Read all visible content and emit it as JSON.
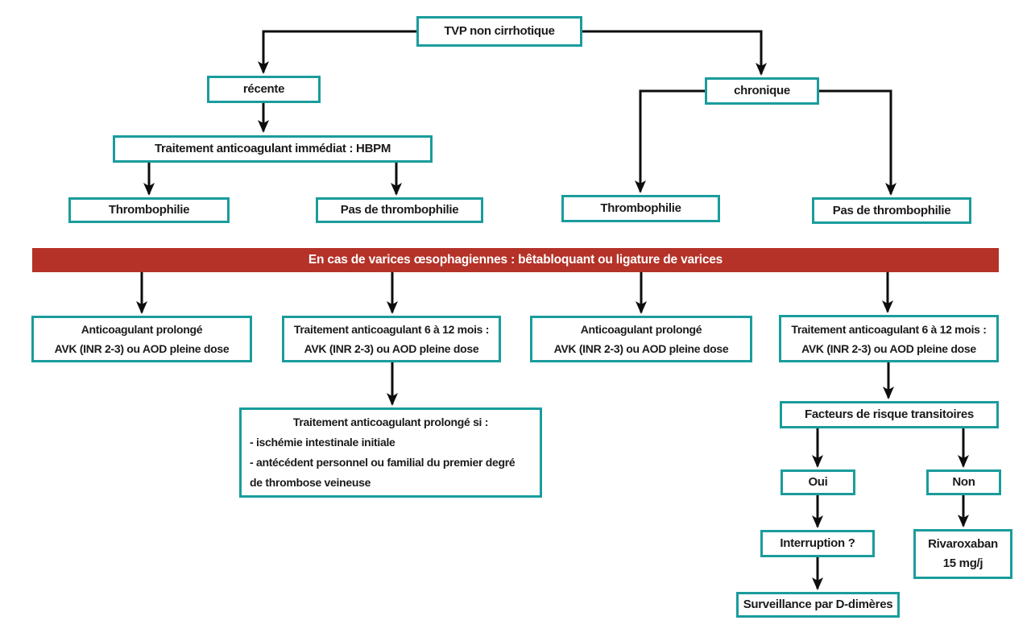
{
  "title": "Arbre décisionnel : TVP non cirrhotique",
  "palette": {
    "node_border_teal": "#1a9c9c",
    "banner_red": "#b43228",
    "arrow_black": "#0d0d0d",
    "text": "#1b1b1b",
    "banner_text": "#ffffff"
  },
  "nodes": {
    "tvp": {
      "label": "TVP non cirrhotique"
    },
    "recente": {
      "label": "récente"
    },
    "chronique": {
      "label": "chronique"
    },
    "hbpm": {
      "label": "Traitement anticoagulant immédiat : HBPM"
    },
    "thrombophilie_gauche": {
      "label": "Thrombophilie"
    },
    "pas_thrombophilie_gauche": {
      "label": "Pas de thrombophilie"
    },
    "thrombophilie_droite": {
      "label": "Thrombophilie"
    },
    "pas_thrombophilie_droite": {
      "label": "Pas de thrombophilie"
    },
    "banner": {
      "label": "En cas de varices œsophagiennes : bêtabloquant ou ligature de varices"
    },
    "anticoag_prolonge_gauche": {
      "label": "Anticoagulant prolongé\nAVK (INR 2-3) ou AOD pleine dose"
    },
    "anticoag_6_12_gauche": {
      "label": "Traitement anticoagulant 6 à 12 mois :\nAVK (INR 2-3) ou AOD pleine dose"
    },
    "anticoag_prolonge_droite": {
      "label": "Anticoagulant prolongé\nAVK (INR 2-3) ou AOD pleine dose"
    },
    "anticoag_6_12_droite": {
      "label": "Traitement anticoagulant 6 à 12 mois :\nAVK (INR 2-3) ou AOD pleine dose"
    },
    "prolonge_si": {
      "title": "Traitement anticoagulant prolongé si :",
      "items": "- ischémie intestinale initiale\n- antécédent personnel ou familial du premier degré\nde thrombose veineuse"
    },
    "facteurs": {
      "label": "Facteurs de risque transitoires"
    },
    "oui": {
      "label": "Oui"
    },
    "non": {
      "label": "Non"
    },
    "interruption": {
      "label": "Interruption ?"
    },
    "rivaroxaban": {
      "label": "Rivaroxaban\n15 mg/j"
    },
    "surveillance": {
      "label": "Surveillance par D-dimères"
    }
  }
}
